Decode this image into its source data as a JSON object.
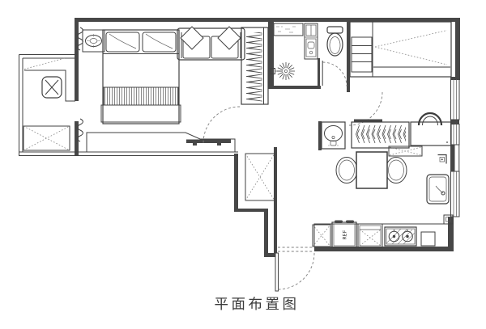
{
  "title": "平面布置图",
  "fridge_label": "REF",
  "colors": {
    "background": "#ffffff",
    "linework": "#414141",
    "wall_fill": "#474747",
    "dashed_lines": "#7f7f7f",
    "soft_gray": "#9a9a9a"
  },
  "icons": {
    "double-bed": "svg-shape",
    "pillow": "svg-shape",
    "nightstand-lamp": "svg-shape",
    "sofa": "svg-shape",
    "wardrobe-hangers": "svg-chevron-pattern",
    "tv": "svg-bar",
    "toilet": "svg-shape",
    "washstand": "svg-shape",
    "shower-head": "svg-starburst",
    "platform-bed": "svg-shape",
    "ladder": "svg-shape",
    "desk-chair": "svg-arch",
    "vanity-basin": "svg-ellipse",
    "dining-table": "svg-rect",
    "dining-chair": "svg-ellipse",
    "kitchen-sink": "svg-rounded-rect",
    "stove-burners": "svg-circles",
    "fridge": "svg-rect",
    "washing-machine": "svg-x-box",
    "door-swing": "svg-dashed-arc",
    "window": "svg-parallel-lines"
  }
}
